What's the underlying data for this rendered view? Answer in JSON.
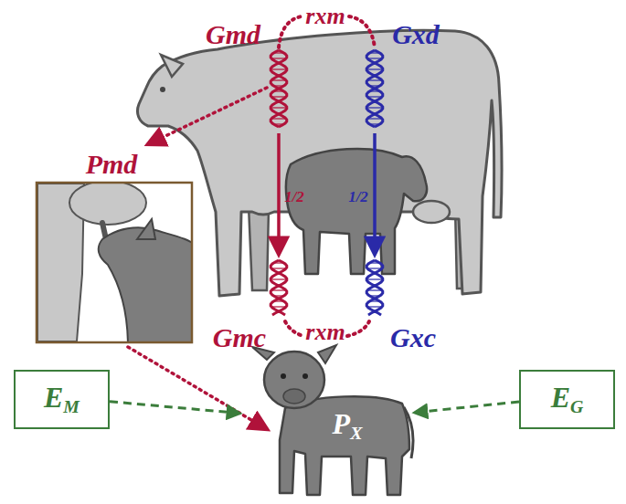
{
  "diagram": {
    "nodes": [
      {
        "text": [
          "EM"
        ]
      },
      {
        "text": [
          "EG"
        ]
      },
      {
        "text": [
          "PX"
        ]
      }
    ],
    "edges": [
      {
        "from": 0,
        "to": 2,
        "arrow": "to"
      },
      {
        "from": 1,
        "to": 2,
        "arrow": "to"
      }
    ],
    "labels": [
      "Gmd",
      "rxm",
      "Gxd",
      "Pmd",
      "1/2",
      "1/2",
      "Gmc",
      "rxm",
      "Gxc"
    ]
  }
}
